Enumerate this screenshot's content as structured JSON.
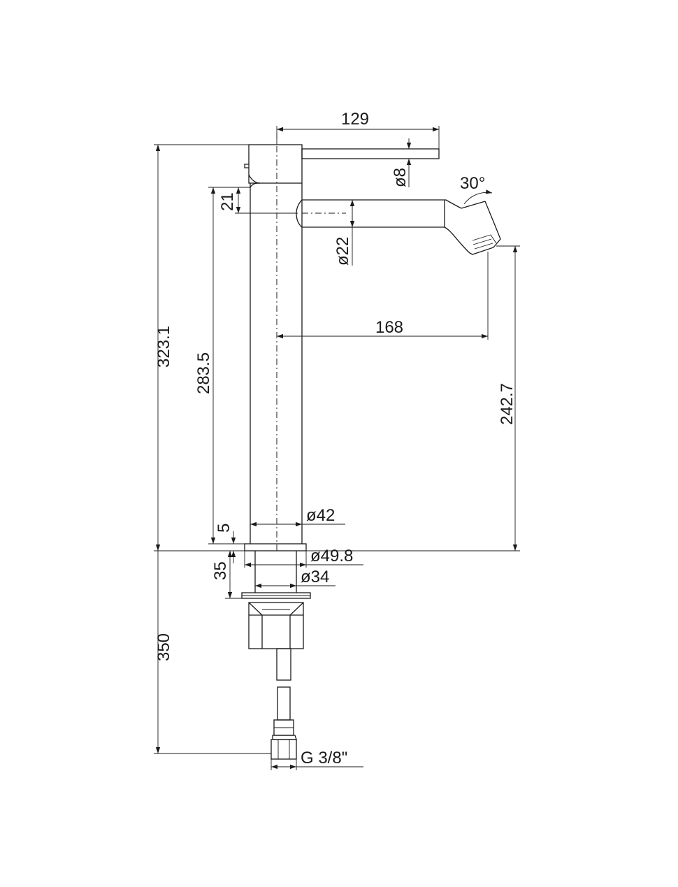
{
  "dimensions": {
    "lever_reach": "129",
    "lever_diameter": "ø8",
    "spout_angle": "30°",
    "spout_offset": "21",
    "spout_diameter": "ø22",
    "spout_reach": "168",
    "overall_height": "323.1",
    "spout_height": "283.5",
    "outlet_height": "242.7",
    "body_diameter": "ø42",
    "base_height": "5",
    "base_diameter": "ø49.8",
    "shank_length": "35",
    "shank_diameter": "ø34",
    "hose_length": "350",
    "connection_thread": "G 3/8\""
  }
}
